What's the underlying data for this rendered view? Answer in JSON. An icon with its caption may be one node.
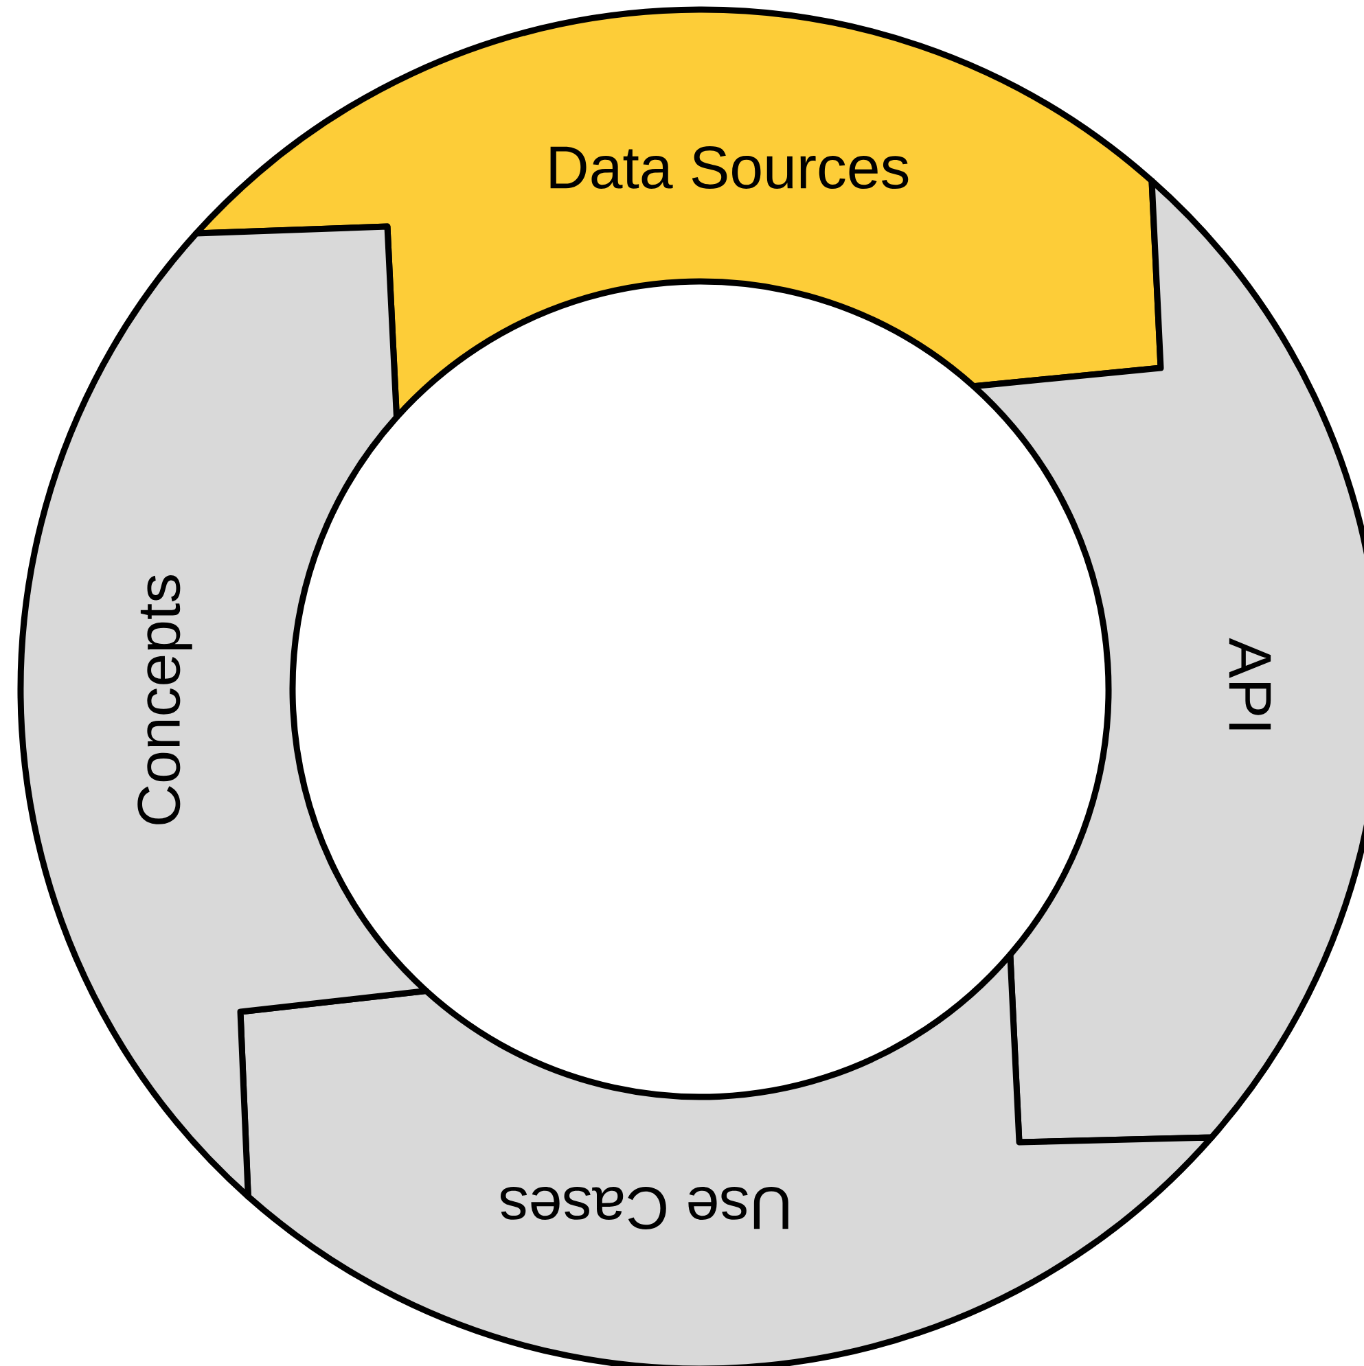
{
  "diagram": {
    "nodes": [
      {
        "text": [
          "Data Sources"
        ]
      },
      {
        "text": [
          "API"
        ]
      },
      {
        "text": [
          "Use Cases"
        ]
      },
      {
        "text": [
          "Concepts"
        ]
      }
    ]
  }
}
